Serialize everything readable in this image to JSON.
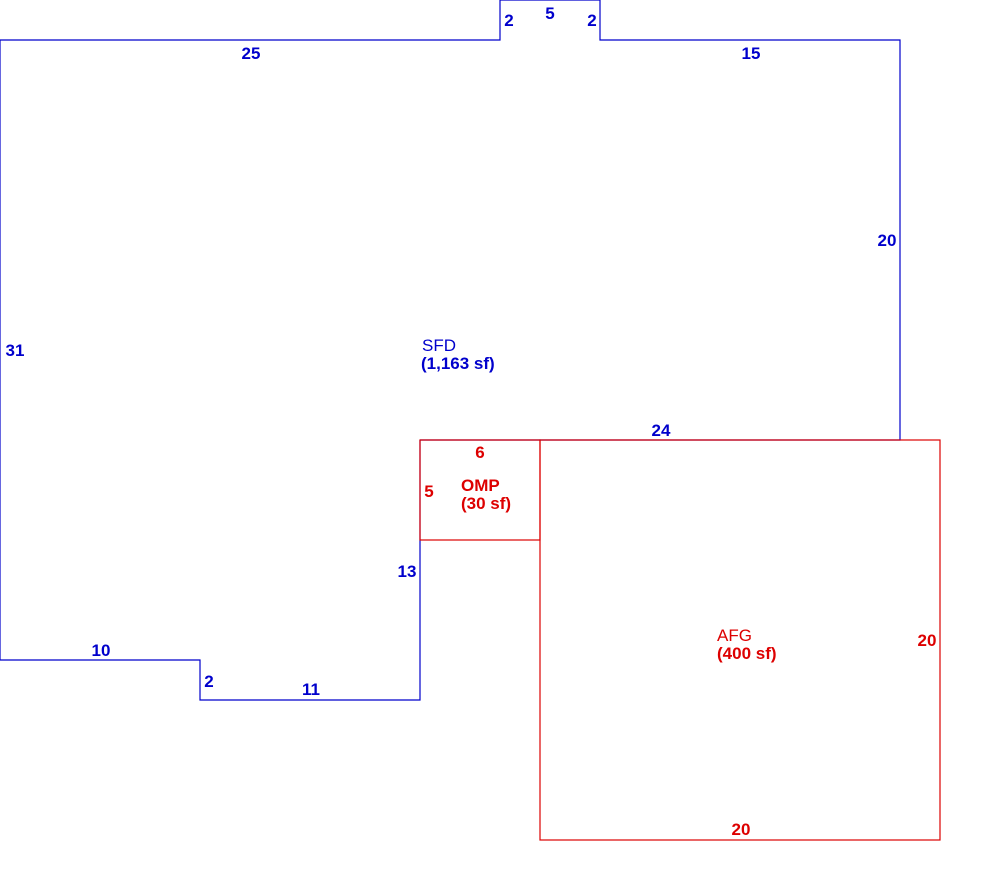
{
  "colors": {
    "sfd": "#0000cc",
    "addition": "#dd0000",
    "background": "#ffffff"
  },
  "areas": {
    "sfd": {
      "name": "SFD",
      "area": "(1,163 sf)"
    },
    "omp": {
      "name": "OMP",
      "area": "(30 sf)"
    },
    "afg": {
      "name": "AFG",
      "area": "(400 sf)"
    }
  },
  "dimensions": {
    "sfd_top_left": "25",
    "sfd_bump_left": "2",
    "sfd_bump_top": "5",
    "sfd_bump_right": "2",
    "sfd_top_right": "15",
    "sfd_right": "20",
    "sfd_left": "31",
    "sfd_inner_bottom": "24",
    "sfd_inner_left": "13",
    "sfd_bottom_left": "10",
    "sfd_step": "2",
    "sfd_bottom_mid": "11",
    "omp_top": "6",
    "omp_left": "5",
    "afg_right": "20",
    "afg_bottom": "20"
  }
}
